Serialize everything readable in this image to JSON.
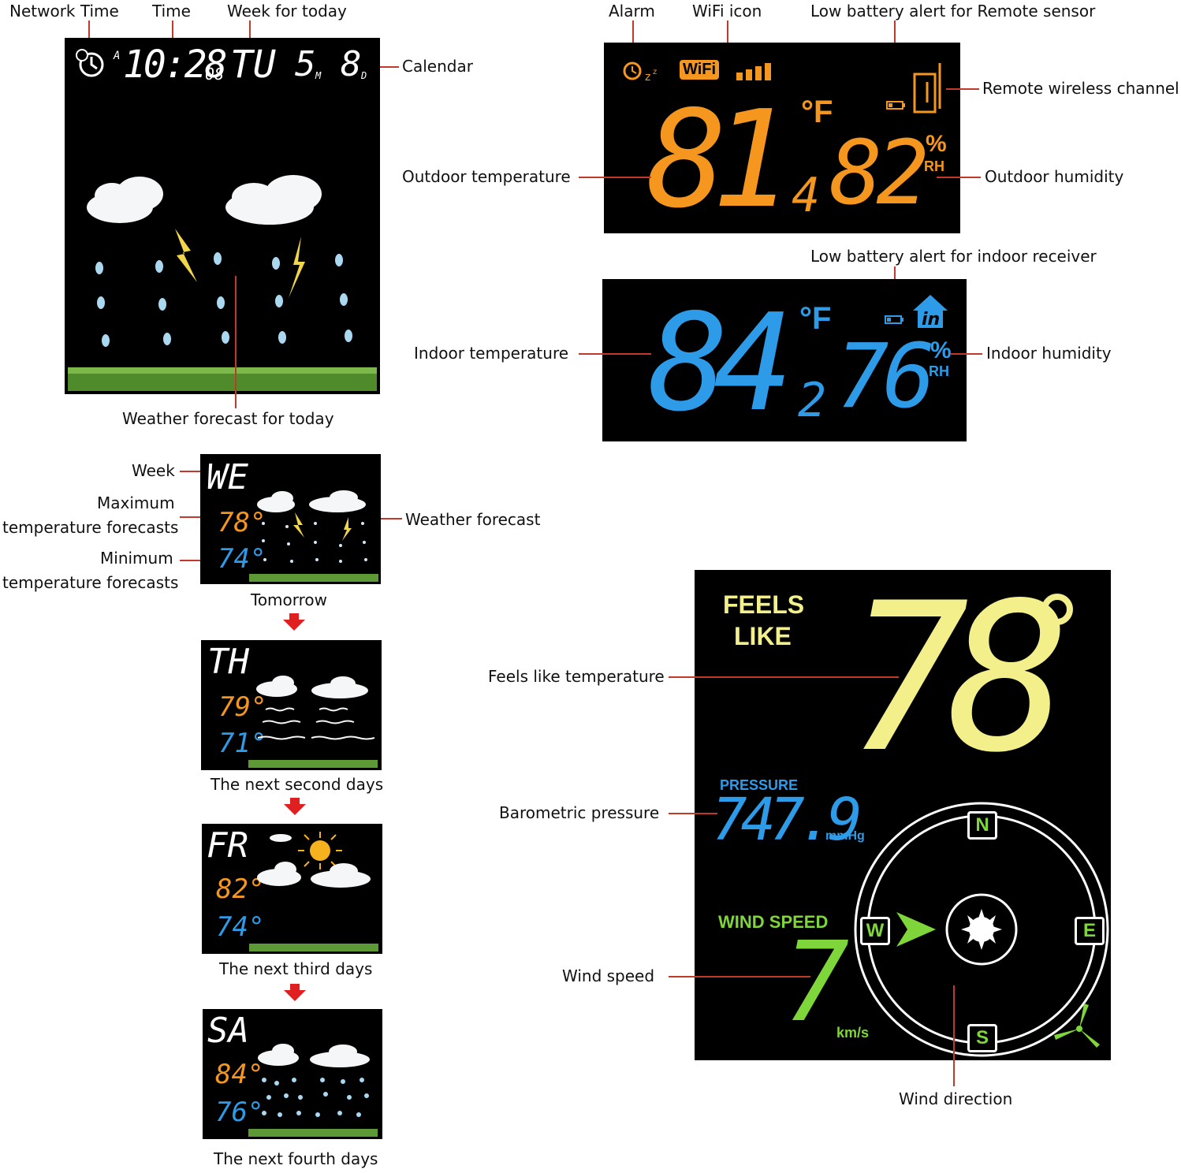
{
  "labels": {
    "network_time": "Network Time",
    "time": "Time",
    "week_today": "Week for today",
    "calendar": "Calendar",
    "forecast_today": "Weather forecast for today",
    "alarm": "Alarm",
    "wifi": "WiFi icon",
    "low_batt_remote": "Low battery alert for Remote sensor",
    "remote_channel": "Remote wireless channel",
    "outdoor_temp": "Outdoor temperature",
    "outdoor_hum": "Outdoor humidity",
    "low_batt_indoor": "Low battery alert for indoor receiver",
    "indoor_temp": "Indoor temperature",
    "indoor_hum": "Indoor humidity",
    "week": "Week",
    "max_temp_1": "Maximum",
    "max_temp_2": "temperature forecasts",
    "min_temp_1": "Minimum",
    "min_temp_2": "temperature forecasts",
    "weather_forecast": "Weather forecast",
    "tomorrow": "Tomorrow",
    "day2": "The next second days",
    "day3": "The next third days",
    "day4": "The next fourth days",
    "feels_like": "Feels like temperature",
    "pressure": "Barometric pressure",
    "wind_speed": "Wind speed",
    "wind_direction": "Wind direction"
  },
  "main_display": {
    "am_flag": "A",
    "time": "10:28",
    "seconds": "08",
    "weekday": "TU",
    "month": "5",
    "month_flag": "M",
    "day": "8",
    "day_flag": "D"
  },
  "outdoor": {
    "wifi_text": "WiFi",
    "temp_int": "81",
    "temp_dec": "4",
    "temp_unit": "°F",
    "humidity": "82",
    "hum_unit_pct": "%",
    "hum_unit_rh": "RH"
  },
  "indoor": {
    "temp_int": "84",
    "temp_dec": "2",
    "temp_unit": "°F",
    "humidity": "76",
    "hum_unit_pct": "%",
    "hum_unit_rh": "RH",
    "in_badge": "in"
  },
  "forecast": [
    {
      "day": "WE",
      "max": "78°",
      "min": "74°",
      "icon": "storm"
    },
    {
      "day": "TH",
      "max": "79°",
      "min": "71°",
      "icon": "fog"
    },
    {
      "day": "FR",
      "max": "82°",
      "min": "74°",
      "icon": "sun-cloud"
    },
    {
      "day": "SA",
      "max": "84°",
      "min": "76°",
      "icon": "rain"
    }
  ],
  "feels": {
    "title_1": "FEELS",
    "title_2": "LIKE",
    "value": "78",
    "degree": "°",
    "pressure_label": "PRESSURE",
    "pressure_value": "747.9",
    "pressure_unit": "mmHg",
    "wind_label": "WIND SPEED",
    "wind_value": "7",
    "wind_unit": "km/s",
    "compass_n": "N",
    "compass_s": "S",
    "compass_e": "E",
    "compass_w": "W"
  },
  "colors": {
    "orange": "#f5961e",
    "blue": "#2e9be8",
    "yellow": "#f3ef8a",
    "green": "#7fd63a",
    "leader": "#c0392b"
  }
}
